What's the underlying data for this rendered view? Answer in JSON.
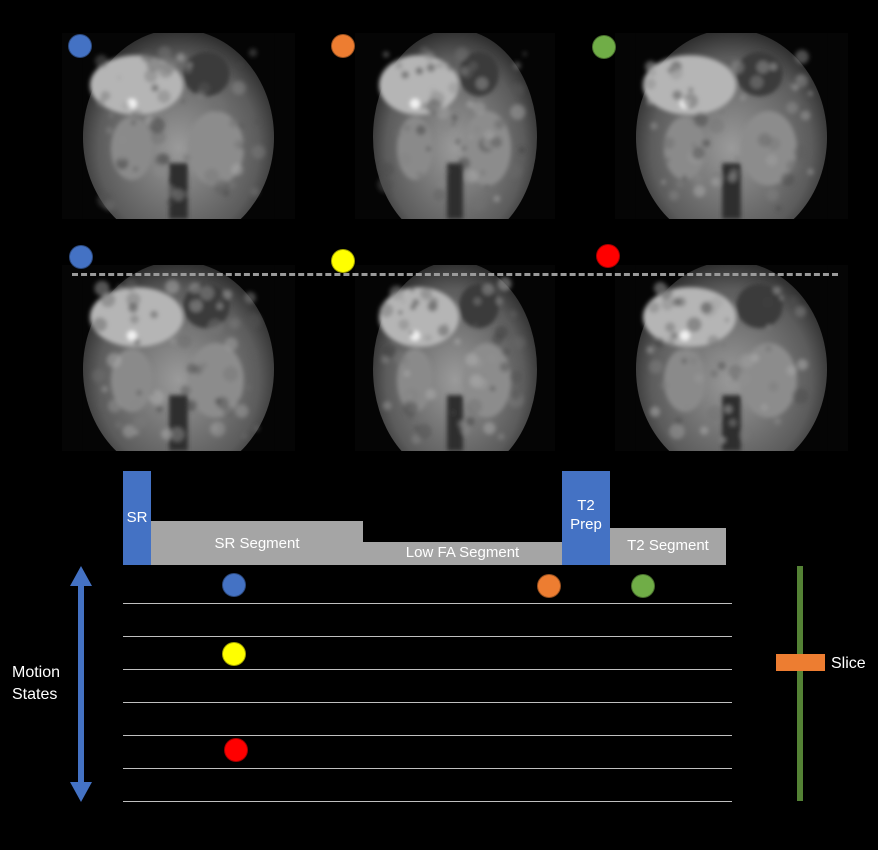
{
  "sequence": {
    "sr_label": "SR",
    "sr_segment_label": "SR Segment",
    "low_fa_segment_label": "Low FA Segment",
    "t2_prep_label": "T2\nPrep",
    "t2_segment_label": "T2 Segment"
  },
  "motion_states_label": "Motion\nStates",
  "slice_label": "Slice",
  "colors": {
    "blue": "#4472c4",
    "orange": "#ed7d31",
    "green": "#70ad47",
    "yellow": "#ffff00",
    "red": "#ff0000",
    "gray": "#a5a5a5",
    "slice_bar": "#548235"
  }
}
